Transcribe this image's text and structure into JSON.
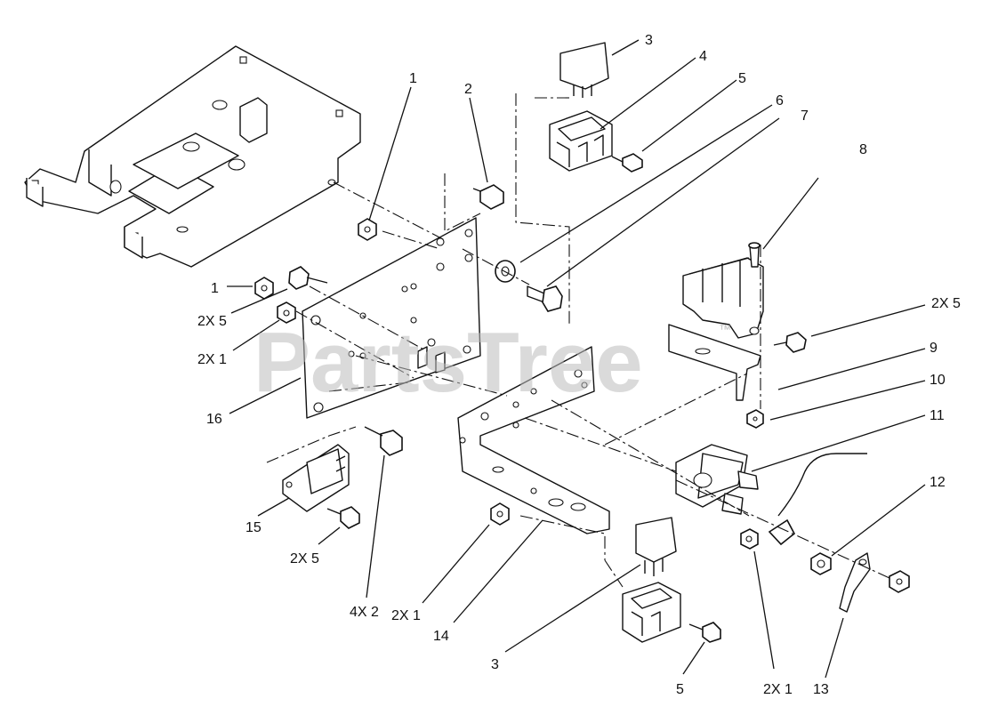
{
  "watermark": {
    "text": "PartsTree",
    "trademark": "™"
  },
  "callouts": [
    {
      "id": "c-1-top",
      "text": "1"
    },
    {
      "id": "c-2-top",
      "text": "2"
    },
    {
      "id": "c-3-top",
      "text": "3"
    },
    {
      "id": "c-4",
      "text": "4"
    },
    {
      "id": "c-5-top",
      "text": "5"
    },
    {
      "id": "c-6",
      "text": "6"
    },
    {
      "id": "c-7",
      "text": "7"
    },
    {
      "id": "c-8",
      "text": "8"
    },
    {
      "id": "c-2x5-right",
      "text": "2X 5"
    },
    {
      "id": "c-9",
      "text": "9"
    },
    {
      "id": "c-10",
      "text": "10"
    },
    {
      "id": "c-11",
      "text": "11"
    },
    {
      "id": "c-12",
      "text": "12"
    },
    {
      "id": "c-1-left",
      "text": "1"
    },
    {
      "id": "c-2x5-left",
      "text": "2X 5"
    },
    {
      "id": "c-2x1-left",
      "text": "2X 1"
    },
    {
      "id": "c-16",
      "text": "16"
    },
    {
      "id": "c-15",
      "text": "15"
    },
    {
      "id": "c-2x5-bottom",
      "text": "2X 5"
    },
    {
      "id": "c-4x2",
      "text": "4X 2"
    },
    {
      "id": "c-2x1-bottom",
      "text": "2X 1"
    },
    {
      "id": "c-14",
      "text": "14"
    },
    {
      "id": "c-3-bottom",
      "text": "3"
    },
    {
      "id": "c-5-bottom",
      "text": "5"
    },
    {
      "id": "c-2x1-right",
      "text": "2X 1"
    },
    {
      "id": "c-13",
      "text": "13"
    }
  ]
}
